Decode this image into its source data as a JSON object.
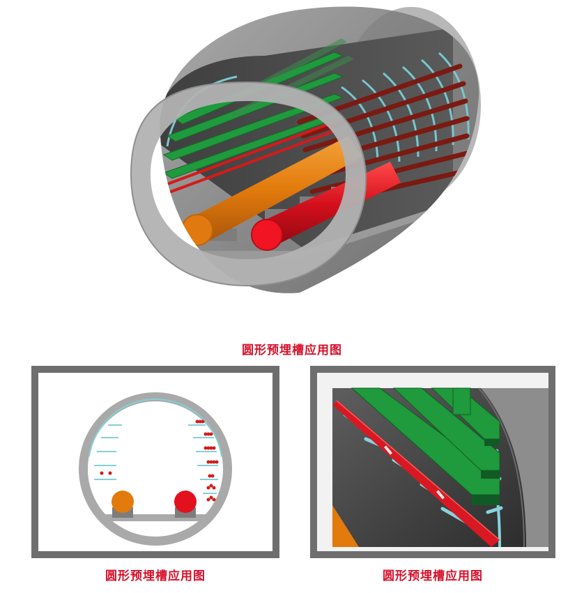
{
  "figures": {
    "main_caption": "圆形预埋槽应用图",
    "left_caption": "圆形预埋槽应用图",
    "right_caption": "圆形预埋槽应用图"
  },
  "colors": {
    "caption_red": "#d7102a",
    "tunnel_gray": "#8c8c8c",
    "pipe_orange": "#e27a0c",
    "pipe_red": "#e3101e",
    "tray_green": "#1f9a3c",
    "bracket_cyan": "#7fd4de"
  },
  "icons": [
    "tunnel-3d-illustration",
    "tunnel-section-diagram",
    "tunnel-closeup-illustration"
  ]
}
